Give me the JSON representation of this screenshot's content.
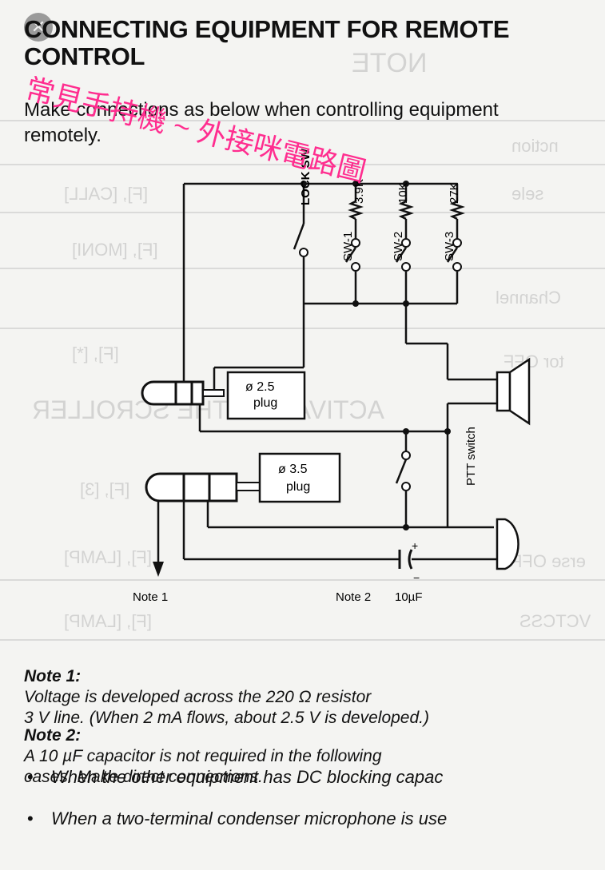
{
  "header": {
    "title": "CONNECTING EQUIPMENT FOR REMOTE\nCONTROL",
    "badge_icon": "x-circle-icon"
  },
  "intro": "Make connections as below when controlling equipment\nremotely.",
  "overlay_caption": "常見手持機 ~ 外接咪電路圖",
  "overlay_color": "#ff2d8f",
  "diagram": {
    "lock_sw": "LOCK SW",
    "resistors": [
      "3.9K",
      "10K",
      "27K"
    ],
    "switches": [
      "SW-1",
      "SW-2",
      "SW-3"
    ],
    "plug_25": [
      "ø 2.5",
      "plug"
    ],
    "plug_35": [
      "ø 3.5",
      "plug"
    ],
    "ptt": "PTT switch",
    "note1": "Note 1",
    "note2": "Note 2",
    "cap": "10µF",
    "plus": "+",
    "minus": "−"
  },
  "notes": {
    "note1_label": "Note 1:",
    "note1_text": "Voltage is developed across the 220 Ω resistor\n3 V line.  (When 2 mA flows, about 2.5 V is developed.)",
    "note2_label": "Note 2:",
    "note2_text": "A 10 µF capacitor is not required in the following\ncases.  Make direct connections."
  },
  "bullets": [
    "When the other equipment has DC blocking capac",
    "When a two-terminal condenser microphone is use"
  ]
}
